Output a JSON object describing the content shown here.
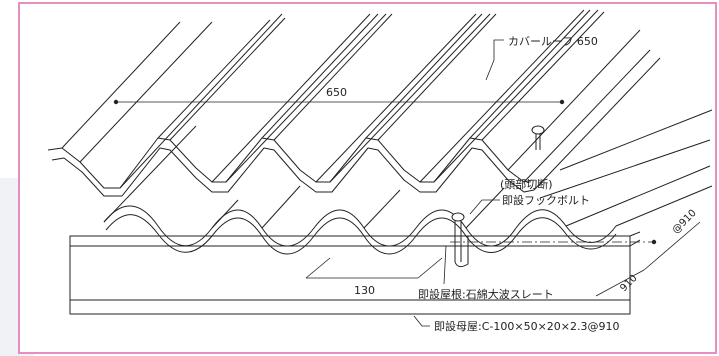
{
  "labels": {
    "cover_roof": "カバールーフ 650",
    "dim_650": "650",
    "head_cut": "(頭部切断)",
    "hook_bolt": "即設フックボルト",
    "pitch_910": "@910",
    "dim_910": "910",
    "dim_130": "130",
    "existing_roof": "即設屋根:石綿大波スレート",
    "purlin": "即設母屋:C-100×50×20×2.3@910"
  },
  "colors": {
    "frame_border": "#e48fc0",
    "side_panel": "#f1f2f6",
    "line": "#222222"
  }
}
